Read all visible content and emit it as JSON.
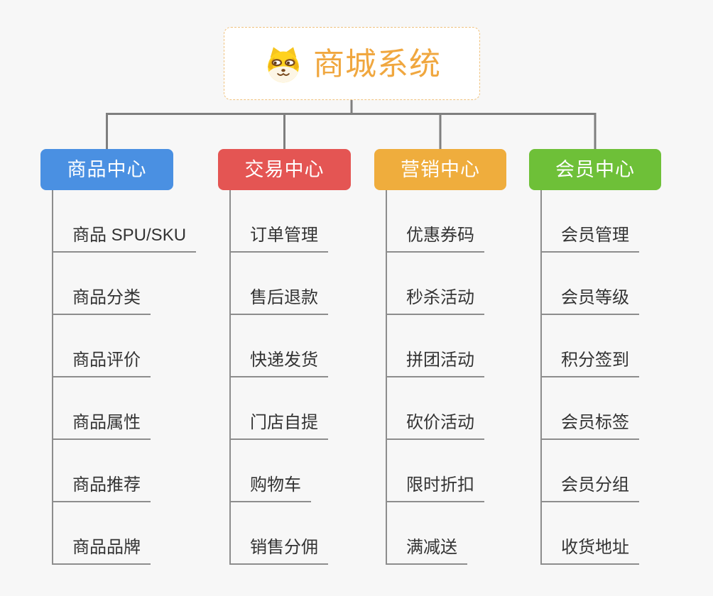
{
  "root": {
    "title": "商城系统",
    "icon": "doge-icon",
    "title_color": "#f0a73f",
    "border_color": "#f0c27e"
  },
  "connector_color": "#7f7f7f",
  "leaf_line_color": "#8d8d8d",
  "branches": [
    {
      "label": "商品中心",
      "color": "#4a90e2",
      "items": [
        "商品 SPU/SKU",
        "商品分类",
        "商品评价",
        "商品属性",
        "商品推荐",
        "商品品牌"
      ]
    },
    {
      "label": "交易中心",
      "color": "#e45553",
      "items": [
        "订单管理",
        "售后退款",
        "快递发货",
        "门店自提",
        "购物车",
        "销售分佣"
      ]
    },
    {
      "label": "营销中心",
      "color": "#efad3d",
      "items": [
        "优惠券码",
        "秒杀活动",
        "拼团活动",
        "砍价活动",
        "限时折扣",
        "满减送"
      ]
    },
    {
      "label": "会员中心",
      "color": "#6ec038",
      "items": [
        "会员管理",
        "会员等级",
        "积分签到",
        "会员标签",
        "会员分组",
        "收货地址"
      ]
    }
  ]
}
